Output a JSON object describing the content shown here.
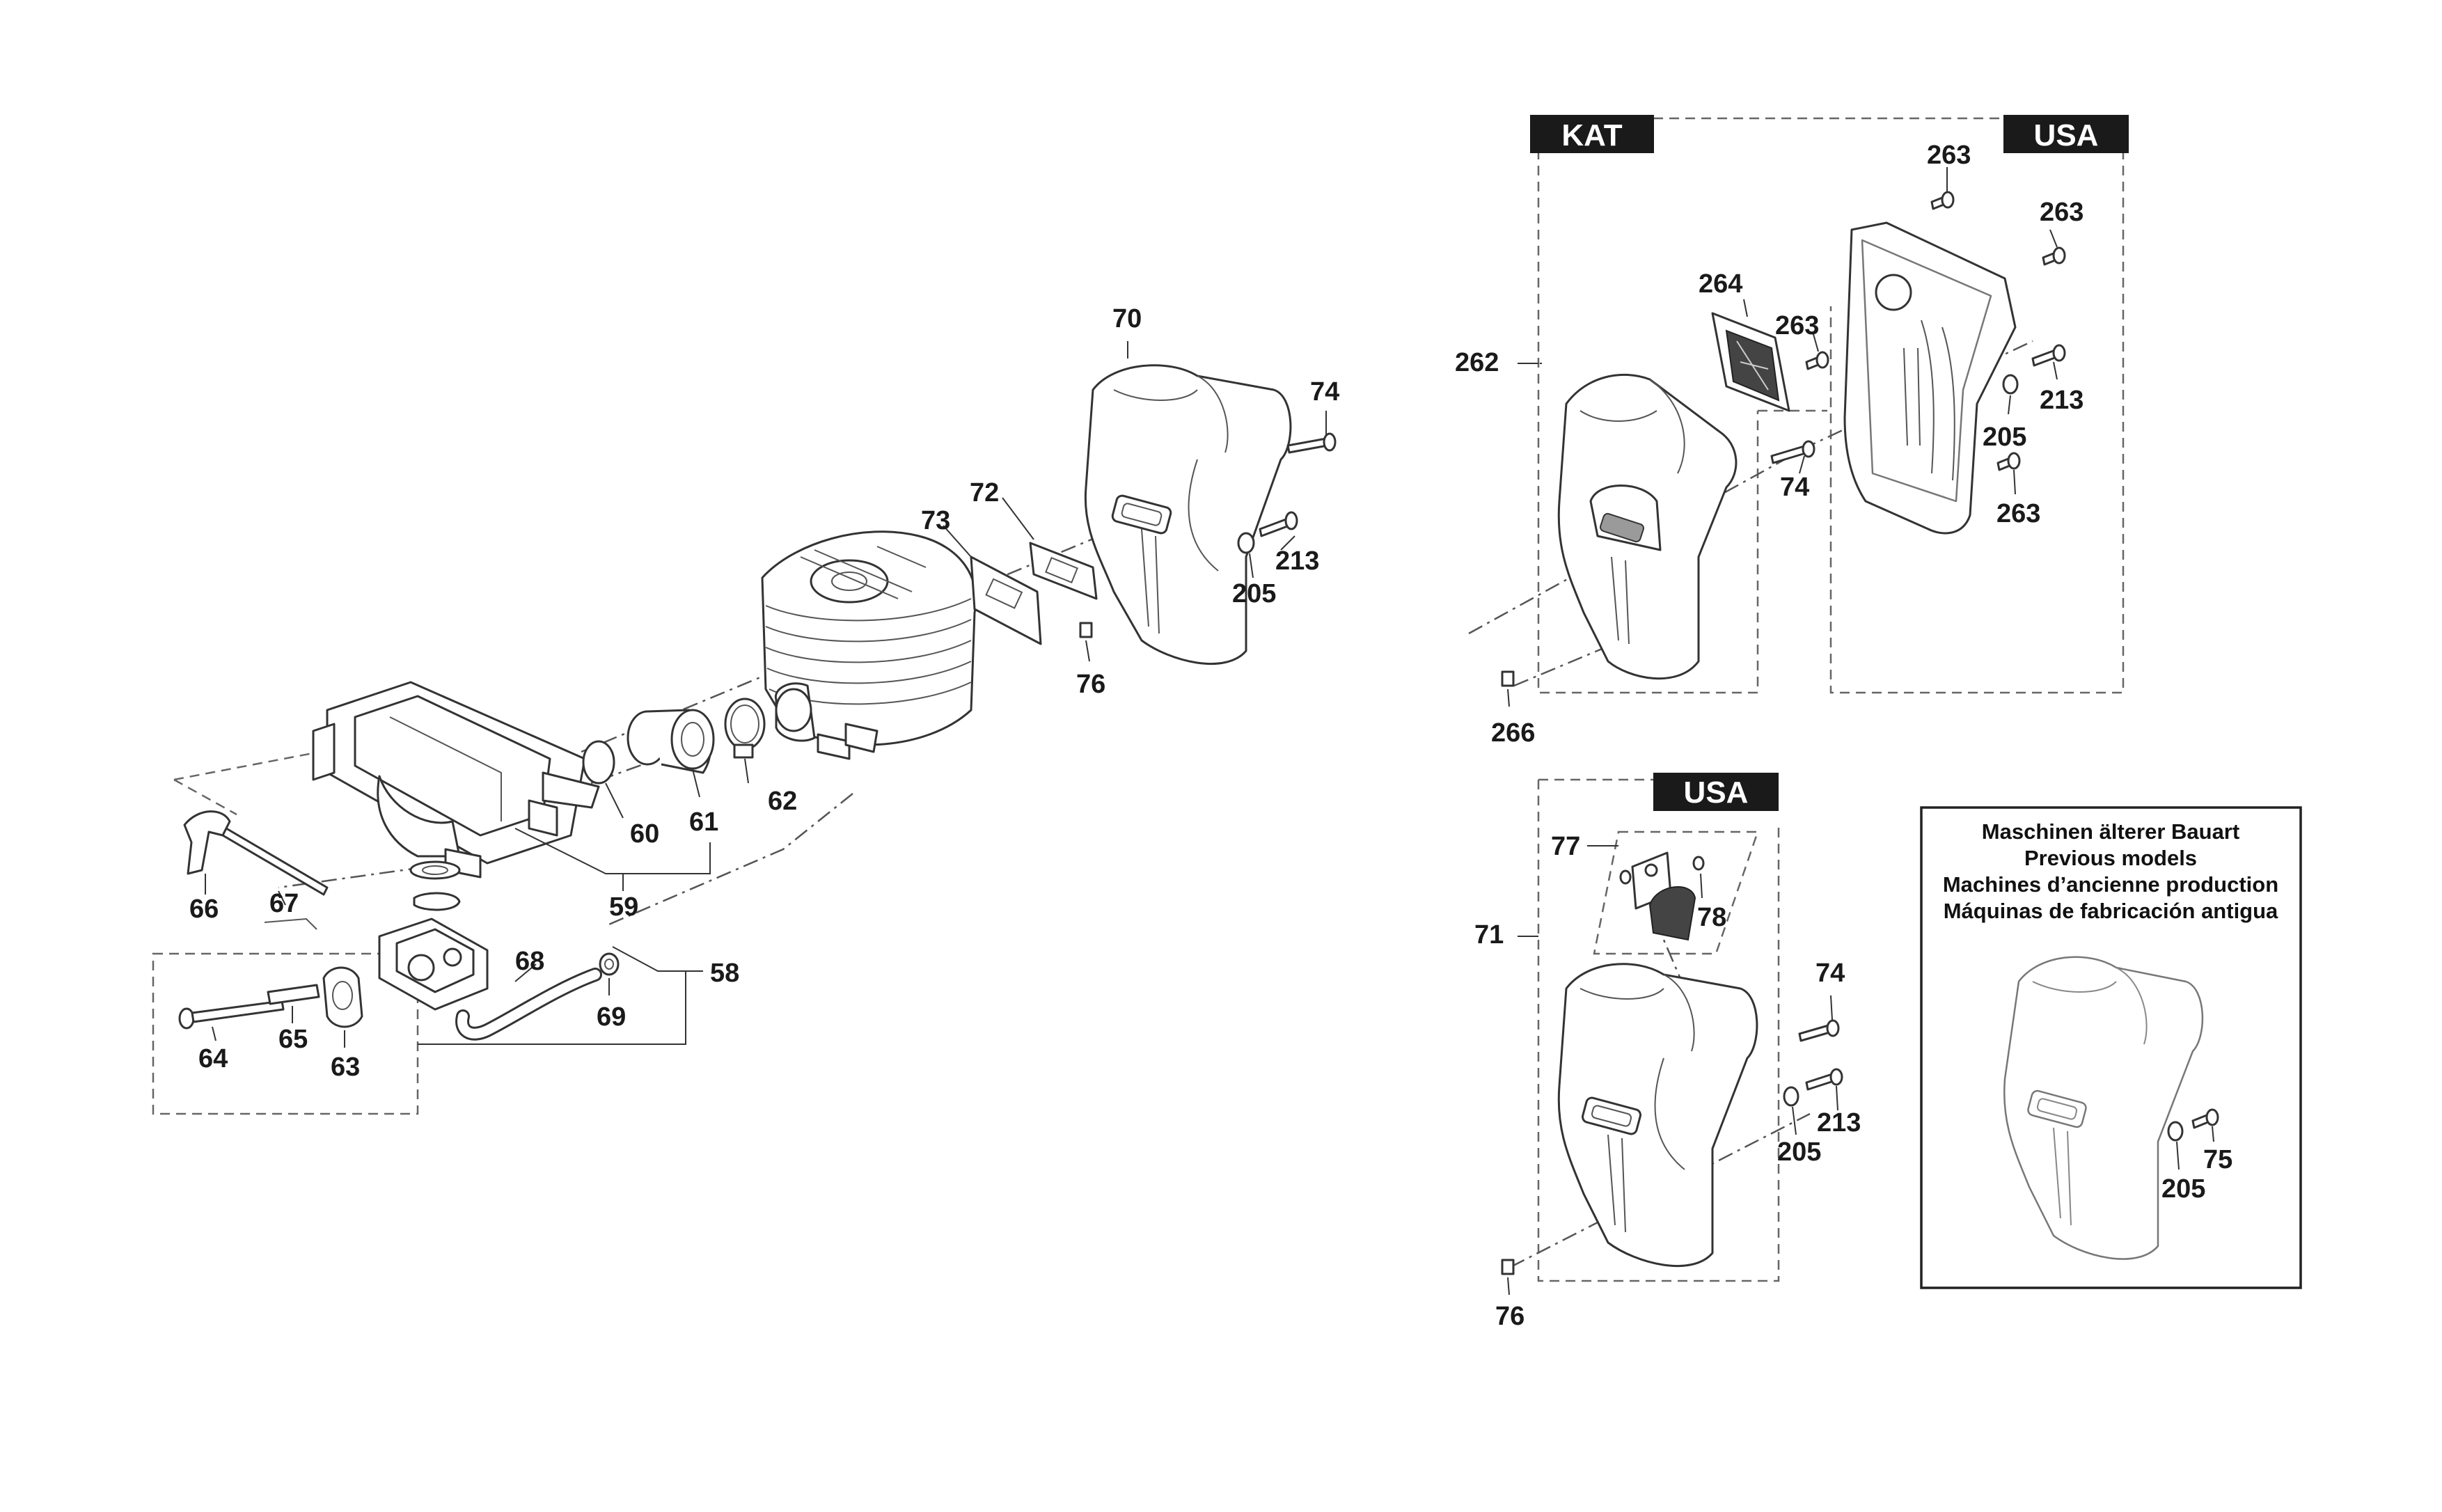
{
  "variant_tags": {
    "kat": "KAT",
    "usa_top": "USA",
    "usa_bottom": "USA"
  },
  "note_box": {
    "lines": [
      "Maschinen älterer Bauart",
      "Previous models",
      "Machines d’ancienne production",
      "Máquinas de fabricación antigua"
    ]
  },
  "labels": {
    "p58": "58",
    "p59": "59",
    "p60": "60",
    "p61": "61",
    "p62": "62",
    "p63": "63",
    "p64": "64",
    "p65": "65",
    "p66": "66",
    "p67": "67",
    "p68": "68",
    "p69": "69",
    "p70": "70",
    "p71": "71",
    "p72": "72",
    "p73": "73",
    "p74_a": "74",
    "p74_b": "74",
    "p74_c": "74",
    "p75": "75",
    "p76_a": "76",
    "p76_b": "76",
    "p77": "77",
    "p78": "78",
    "p205_a": "205",
    "p205_b": "205",
    "p205_c": "205",
    "p205_d": "205",
    "p213_a": "213",
    "p213_b": "213",
    "p213_c": "213",
    "p262": "262",
    "p263_a": "263",
    "p263_b": "263",
    "p263_c": "263",
    "p263_d": "263",
    "p264": "264",
    "p266": "266"
  }
}
